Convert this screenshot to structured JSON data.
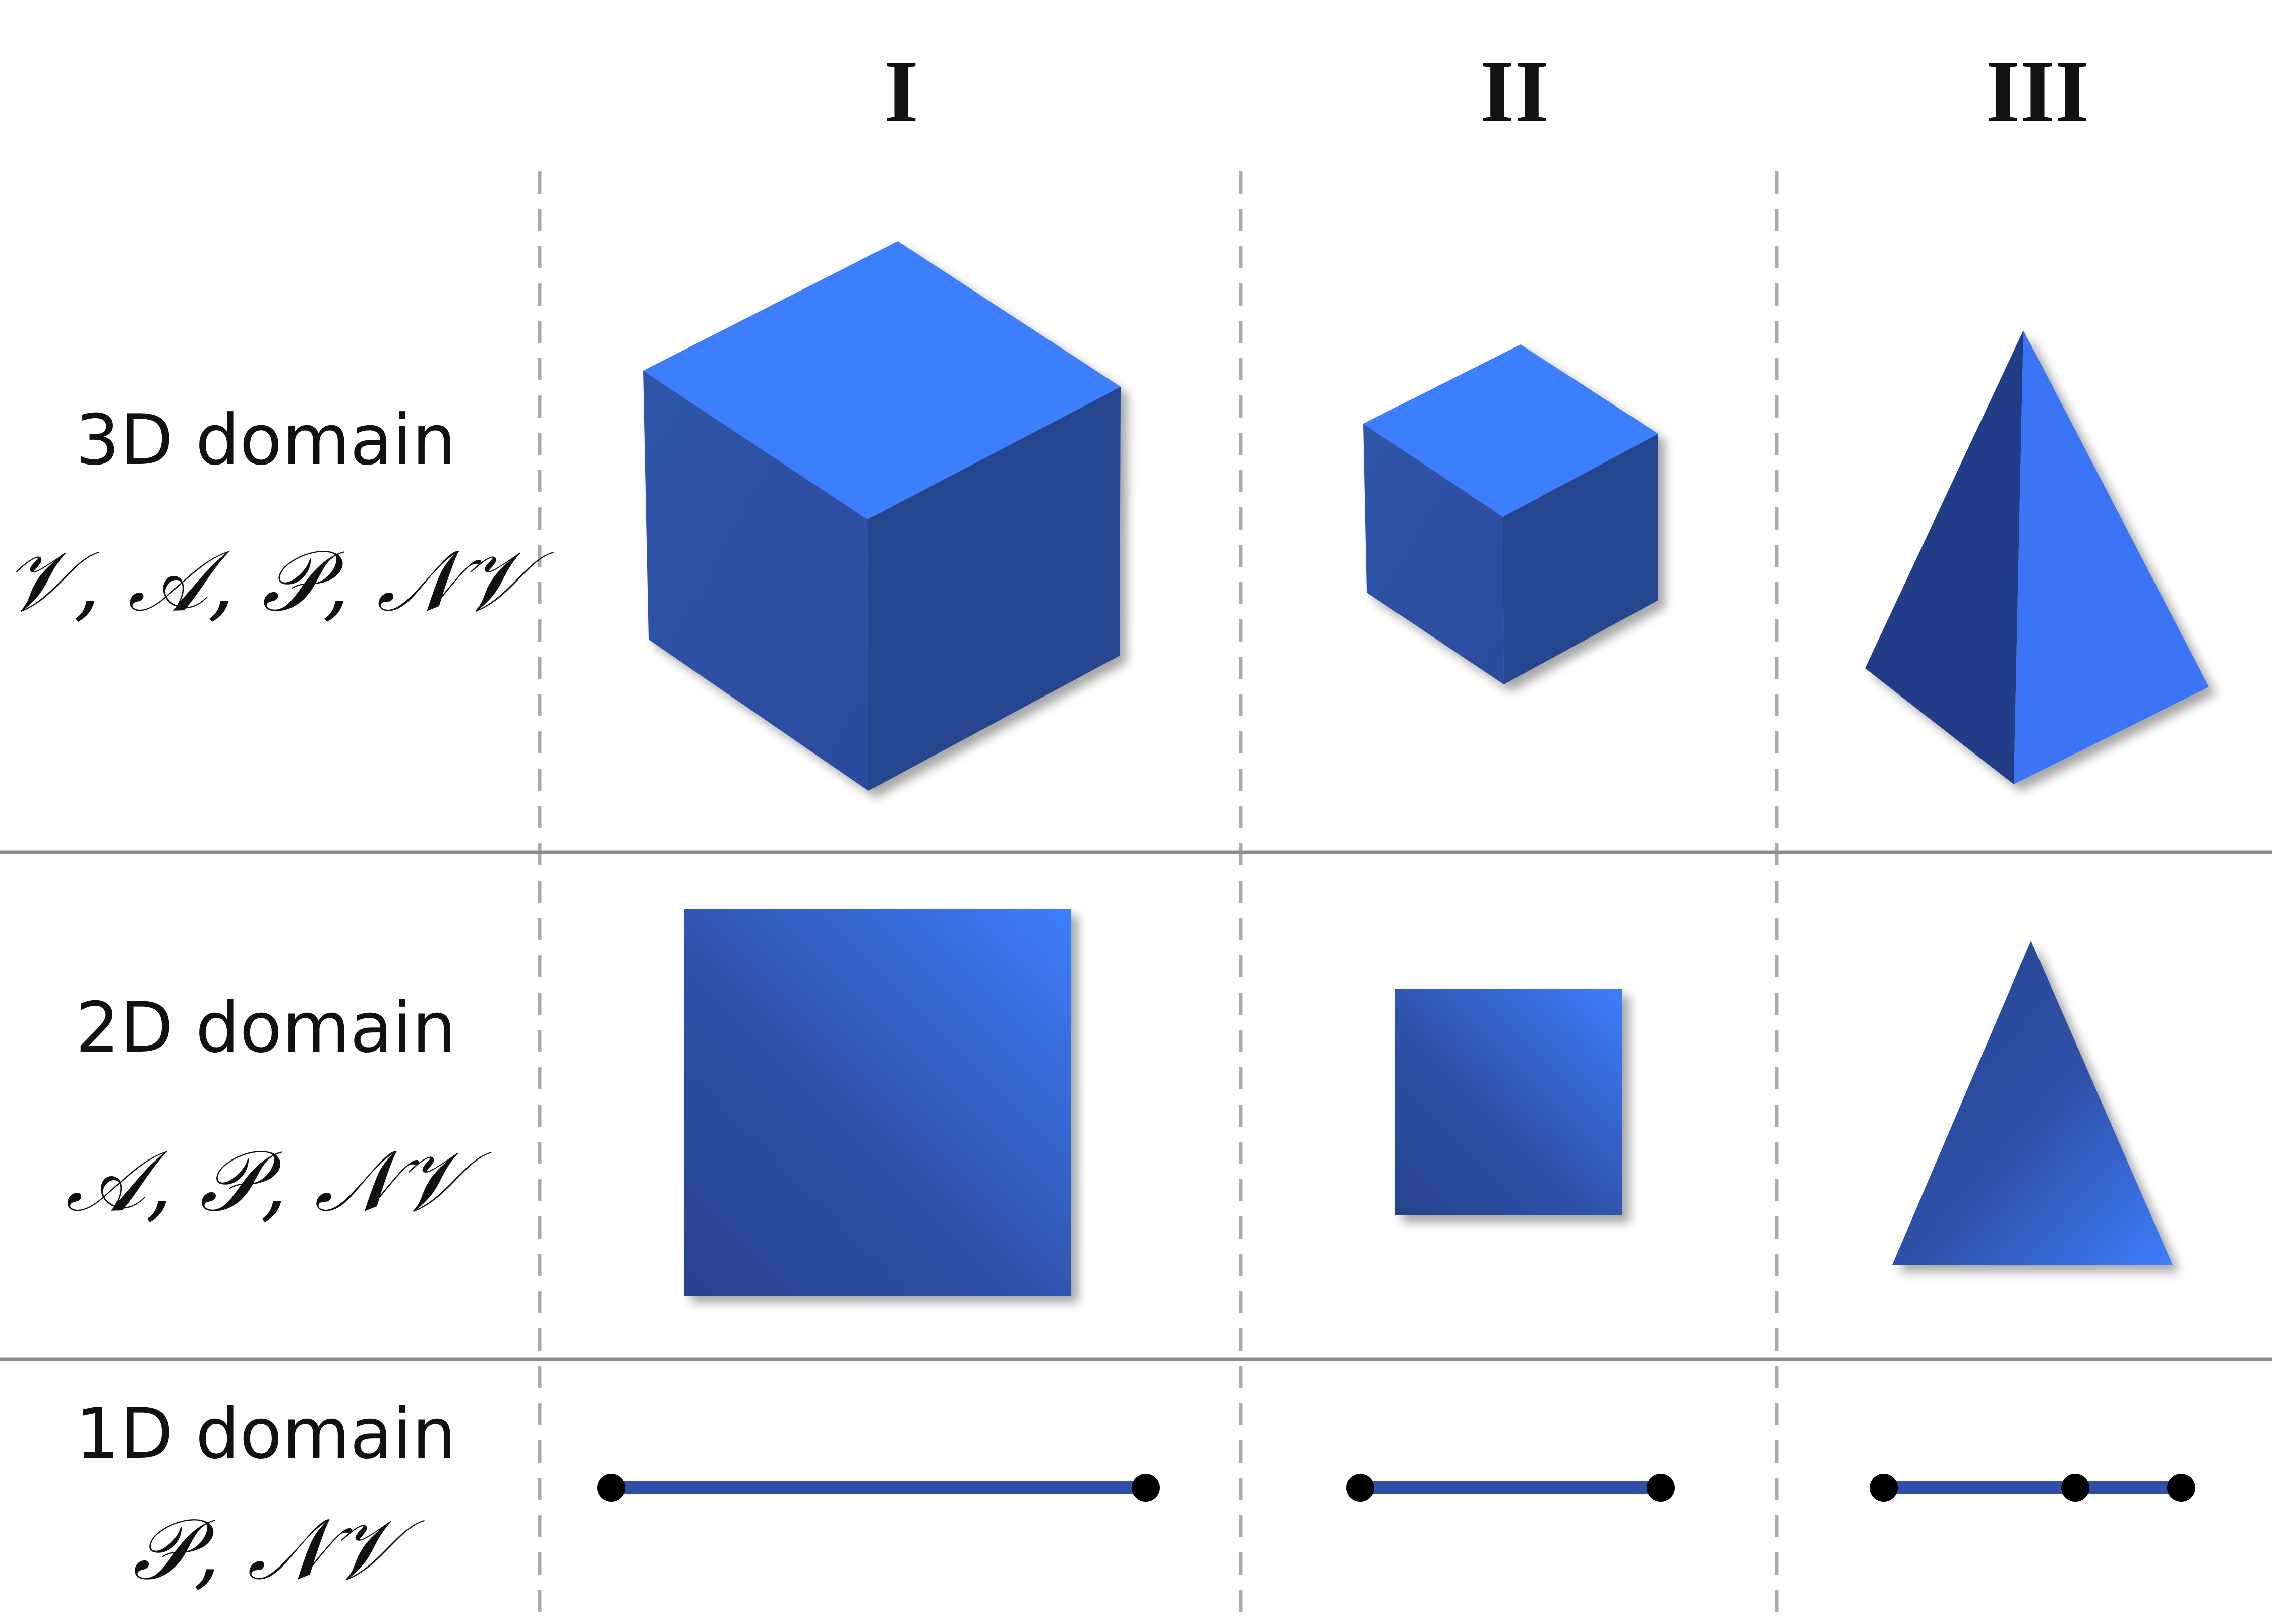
{
  "columns": [
    {
      "id": "col-1",
      "label": "I"
    },
    {
      "id": "col-2",
      "label": "II"
    },
    {
      "id": "col-3",
      "label": "III"
    }
  ],
  "rows": [
    {
      "id": "3d",
      "label": "3D domain",
      "symbols": "𝒱, 𝒜, 𝒫, 𝒩𝒱"
    },
    {
      "id": "2d",
      "label": "2D domain",
      "symbols": "𝒜, 𝒫, 𝒩𝒱"
    },
    {
      "id": "1d",
      "label": "1D domain",
      "symbols": "𝒫, 𝒩𝒱"
    }
  ],
  "shapes": {
    "row_3d": [
      "cube",
      "cube",
      "tetrahedron"
    ],
    "row_2d": [
      "square",
      "square",
      "triangle"
    ],
    "row_1d": [
      "segment-2-nodes",
      "segment-2-nodes",
      "segment-3-nodes"
    ]
  },
  "colors": {
    "face_top": "#3d7efd",
    "face_left": "#3050a8",
    "face_right": "#27458f",
    "face_dark": "#223d88",
    "grad_dark": "#28448f",
    "grad_light": "#3b7af5",
    "segment": "#2f4fa8",
    "node": "#000000"
  }
}
